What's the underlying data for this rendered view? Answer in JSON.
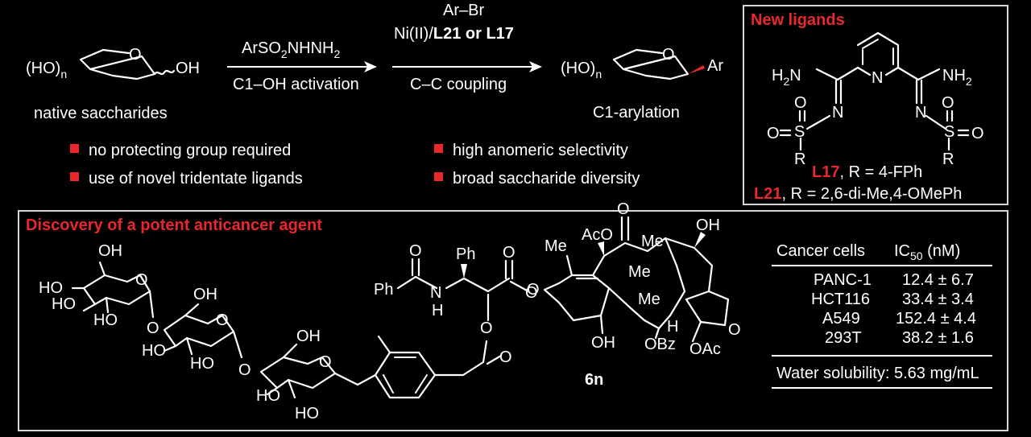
{
  "reaction": {
    "reactant_prefix": "(HO)",
    "reactant_n": "n",
    "reactant_oh": "OH",
    "reactant_o": "O",
    "reactant_label": "native saccharides",
    "step1_reagent_a": "ArSO",
    "step1_reagent_sub": "2",
    "step1_reagent_b": "NHNH",
    "step1_reagent_sub2": "2",
    "step1_condition": "C1–OH activation",
    "step2_reagent_top": "Ar–Br",
    "step2_reagent_ni": "Ni(II)/",
    "step2_reagent_ligands": "L21 or L17",
    "step2_condition": "C–C coupling",
    "product_prefix": "(HO)",
    "product_n": "n",
    "product_o": "O",
    "product_ar": "Ar",
    "product_label": "C1-arylation"
  },
  "features": [
    {
      "text": "no protecting group required"
    },
    {
      "text": "use of novel tridentate ligands"
    },
    {
      "text": "high anomeric selectivity"
    },
    {
      "text": "broad saccharide diversity"
    }
  ],
  "ligands": {
    "title": "New ligands",
    "n_label": "N",
    "h2n_left": "H",
    "h2n_left_sub": "2",
    "h2n_left_n": "N",
    "nh2_right": "NH",
    "nh2_right_sub": "2",
    "imine_n": "N",
    "sulfonyl_s": "S",
    "sulfonyl_o": "O",
    "r_group": "R",
    "l17_name": "L17",
    "l17_desc": ", R = 4-FPh",
    "l21_name": "L21",
    "l21_desc": ", R = 2,6-di-Me,4-OMePh"
  },
  "discovery": {
    "title": "Discovery of a potent anticancer agent",
    "compound_label": "6n",
    "labels": {
      "oh": "OH",
      "ho": "HO",
      "o": "O",
      "ph": "Ph",
      "n": "N",
      "h": "H",
      "me": "Me",
      "aco": "AcO",
      "obz": "OBz",
      "oac": "OAc"
    }
  },
  "table": {
    "col1_header": "Cancer cells",
    "col2_header_a": "IC",
    "col2_header_sub": "50",
    "col2_header_b": " (nM)",
    "rows": [
      {
        "cell": "PANC-1",
        "value": "12.4 ± 6.7"
      },
      {
        "cell": "HCT116",
        "value": "33.4 ± 3.4"
      },
      {
        "cell": "A549",
        "value": "152.4 ± 4.4"
      },
      {
        "cell": "293T",
        "value": "38.2 ± 1.6"
      }
    ],
    "solubility": "Water solubility: 5.63 mg/mL"
  },
  "colors": {
    "accent": "#e8282b",
    "background": "#000000",
    "foreground": "#ffffff"
  }
}
